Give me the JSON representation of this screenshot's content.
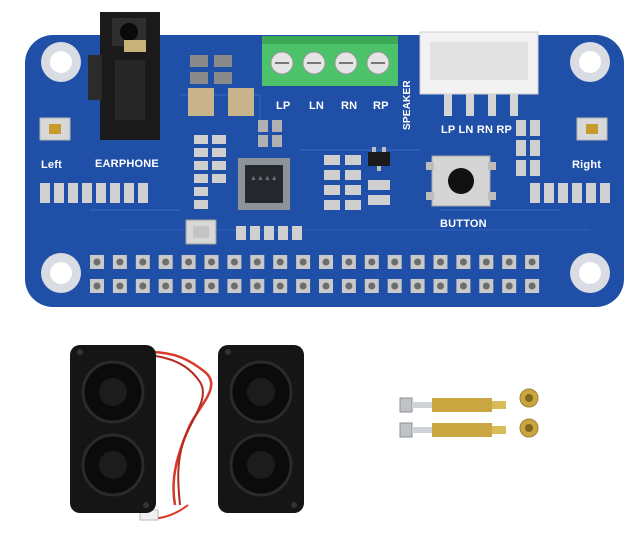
{
  "board": {
    "color": "#1f4fa6",
    "labels": {
      "earphone": "EARPHONE",
      "left": "Left",
      "right": "Right",
      "speaker": "SPEAKER",
      "button": "BUTTON",
      "lp": "LP",
      "ln": "LN",
      "rn": "RN",
      "rp": "RP",
      "header_pins": "LP LN RN RP"
    }
  },
  "colors": {
    "terminal": "#4cc26a",
    "header": "#f2f2f2",
    "pin": "#c9c9c9",
    "speaker_body": "#151515",
    "wire_red": "#d83a2a",
    "brass": "#c9a640"
  },
  "accessories": {
    "speakers": "speaker-pair",
    "hardware": "screws-standoffs-nuts"
  }
}
